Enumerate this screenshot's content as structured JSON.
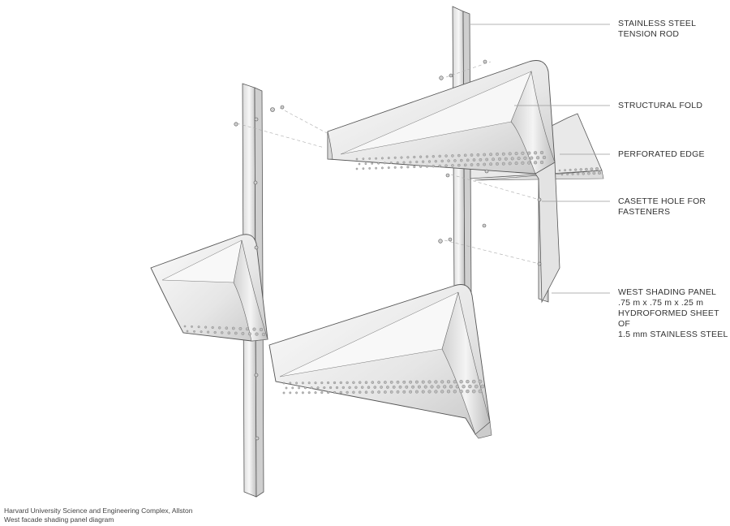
{
  "labels": {
    "tension_rod": "STAINLESS STEEL\nTENSION ROD",
    "structural_fold": "STRUCTURAL FOLD",
    "perforated_edge": "PERFORATED EDGE",
    "casette_hole": "CASETTE HOLE FOR\nFASTENERS",
    "west_panel": "WEST SHADING PANEL\n.75 m x .75 m x .25 m\nHYDROFORMED SHEET OF\n1.5 mm STAINLESS STEEL"
  },
  "caption": {
    "line1": "Harvard University Science and Engineering Complex, Allston",
    "line2": "West facade shading panel diagram"
  },
  "colors": {
    "ink": "#555555",
    "panel_light": "#f2f2f2",
    "panel_mid": "#dcdcdc",
    "panel_dark": "#bdbdbd",
    "leader": "#9a9a9a"
  }
}
